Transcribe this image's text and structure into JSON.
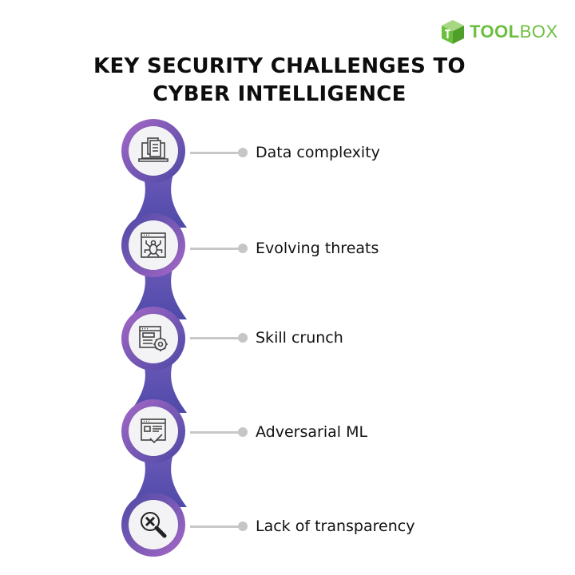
{
  "brand": {
    "logo_bold": "TOOL",
    "logo_light": "BOX",
    "color": "#6cbf3e"
  },
  "title": {
    "line1": "KEY SECURITY CHALLENGES TO",
    "line2": "CYBER INTELLIGENCE"
  },
  "colors": {
    "chain_top": "#9b5fc0",
    "chain_bottom": "#4b4aa6",
    "connector": "#c8c8c8",
    "icon_stroke": "#444444"
  },
  "items": [
    {
      "label": "Data complexity",
      "icon": "laptop-documents-icon"
    },
    {
      "label": "Evolving threats",
      "icon": "browser-bug-icon"
    },
    {
      "label": "Skill crunch",
      "icon": "browser-gear-icon"
    },
    {
      "label": "Adversarial ML",
      "icon": "browser-check-icon"
    },
    {
      "label": "Lack of transparency",
      "icon": "magnifier-x-icon"
    }
  ]
}
